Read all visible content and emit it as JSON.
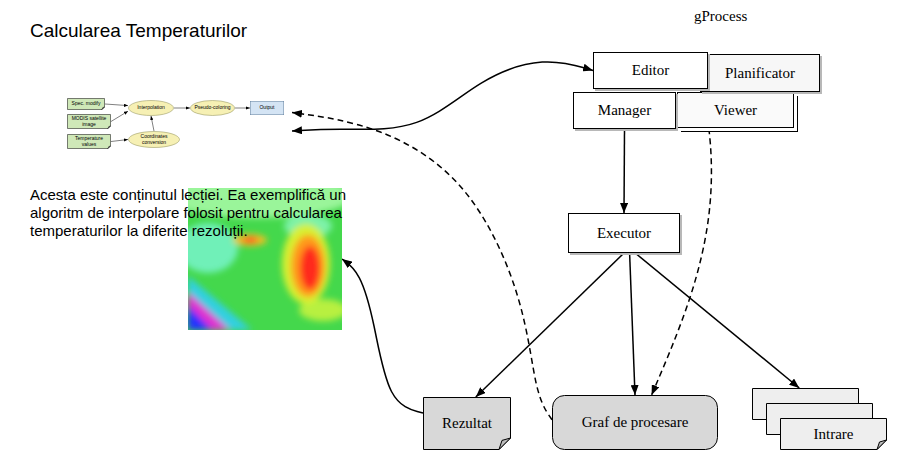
{
  "diagram": {
    "nodes": [
      {
        "text": [
          "Calcularea Temperaturilor",
          "Acesta este conținutul lecției. Ea exemplifică un algoritm de interpolare folosit pentru calcularea temperaturilor la diferite rezoluții."
        ]
      },
      {
        "text": [],
        "in": 0
      },
      {
        "text": [
          "Spec. modify"
        ],
        "in": 1
      },
      {
        "text": [
          "MODIS satellite image"
        ],
        "in": 1
      },
      {
        "text": [
          "Temperature values"
        ],
        "in": 1
      },
      {
        "text": [
          "Interpolation"
        ],
        "in": 1
      },
      {
        "text": [
          "Pseudo-coloring"
        ],
        "in": 1
      },
      {
        "text": [
          "Output"
        ],
        "in": 1
      },
      {
        "text": [
          "Coordinates conversion"
        ],
        "in": 1
      },
      {
        "text": [],
        "in": 0
      },
      {
        "text": [
          "Editor"
        ]
      },
      {
        "text": [
          "Planificator"
        ]
      },
      {
        "text": [
          "Manager"
        ]
      },
      {
        "text": [
          "Viewer"
        ]
      },
      {
        "text": [
          "Executor"
        ]
      },
      {
        "text": [
          "Rezultat"
        ]
      },
      {
        "text": [
          "Graf de procesare"
        ]
      },
      {
        "text": [
          "Intrare"
        ]
      }
    ],
    "edges": [
      {
        "from": 10,
        "to": 1,
        "arrow": "both"
      },
      {
        "from": 12,
        "to": 14,
        "arrow": "to"
      },
      {
        "from": 14,
        "to": 15,
        "arrow": "to"
      },
      {
        "from": 14,
        "to": 16,
        "arrow": "to"
      },
      {
        "from": 14,
        "to": 17,
        "arrow": "to"
      },
      {
        "from": 15,
        "to": 9,
        "arrow": "to"
      },
      {
        "from": 16,
        "to": 1,
        "arrow": "to"
      },
      {
        "from": 10,
        "to": 16,
        "arrow": "to"
      },
      {
        "from": 2,
        "to": 5,
        "arrow": "to"
      },
      {
        "from": 3,
        "to": 5,
        "arrow": "to"
      },
      {
        "from": 4,
        "to": 8,
        "arrow": "to"
      },
      {
        "from": 8,
        "to": 5,
        "arrow": "to"
      },
      {
        "from": 5,
        "to": 6,
        "arrow": "to"
      },
      {
        "from": 6,
        "to": 7,
        "arrow": "to"
      }
    ],
    "labels": [
      "gProcess"
    ]
  }
}
